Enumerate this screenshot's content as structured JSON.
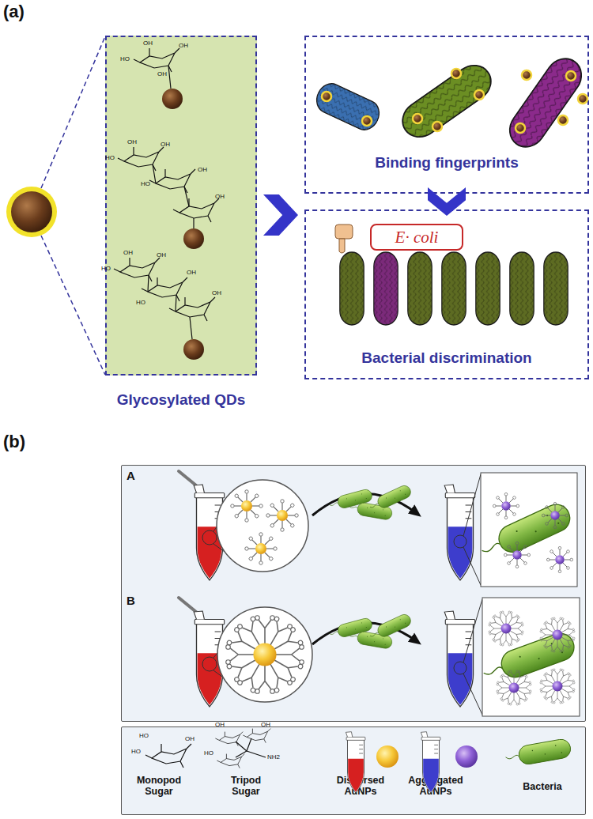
{
  "diagram": {
    "nodes": [
      {
        "text": [
          "Glycosylated QDs"
        ]
      },
      {
        "text": [
          "Binding fingerprints"
        ]
      },
      {
        "text": [
          "Bacterial discrimination"
        ]
      },
      {
        "text": [
          "E· coli"
        ],
        "in": 2
      },
      {
        "text": [
          "A",
          "B"
        ]
      },
      {
        "text": [
          "Monopod Sugar",
          "Tripod Sugar",
          "Dispersed AuNPs",
          "Aggregated AuNPs",
          "Bacteria"
        ]
      }
    ],
    "edges": [
      {
        "from": 0,
        "to": 1,
        "arrow": "to"
      },
      {
        "from": 1,
        "to": 2,
        "arrow": "to"
      }
    ],
    "labels": [
      "(a)",
      "(b)",
      "HO",
      "OH",
      "OH",
      "OH",
      "HO",
      "OH",
      "OH",
      "HO",
      "OH",
      "OH",
      "HO",
      "OH",
      "OH",
      "OH",
      "HO",
      "OH",
      "HO",
      "HO",
      "OH",
      "OH",
      "HO",
      "OH",
      "NH2"
    ]
  }
}
